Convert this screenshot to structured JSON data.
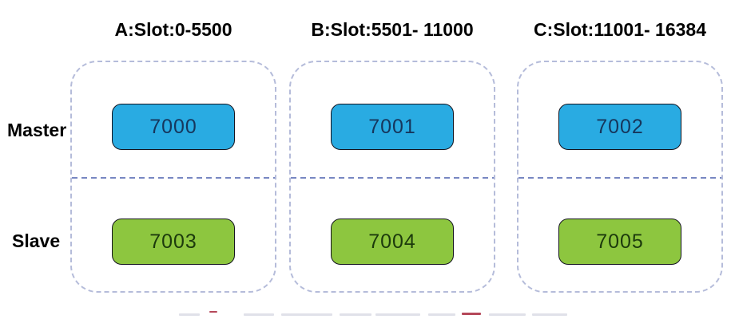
{
  "diagram": {
    "row_labels": {
      "master": "Master",
      "slave": "Slave"
    },
    "groups": [
      {
        "title": "A:Slot:0-5500",
        "master_port": "7000",
        "slave_port": "7003"
      },
      {
        "title": "B:Slot:5501- 11000",
        "master_port": "7001",
        "slave_port": "7004"
      },
      {
        "title": "C:Slot:11001- 16384",
        "master_port": "7002",
        "slave_port": "7005"
      }
    ],
    "colors": {
      "master_node_fill": "#29abe2",
      "slave_node_fill": "#8dc63f",
      "group_border_dash": "#b5bcda",
      "divider_dash": "#7787c2",
      "title_text": "#000000",
      "master_node_text": "#16365c",
      "slave_node_text": "#1c3a0c"
    }
  }
}
